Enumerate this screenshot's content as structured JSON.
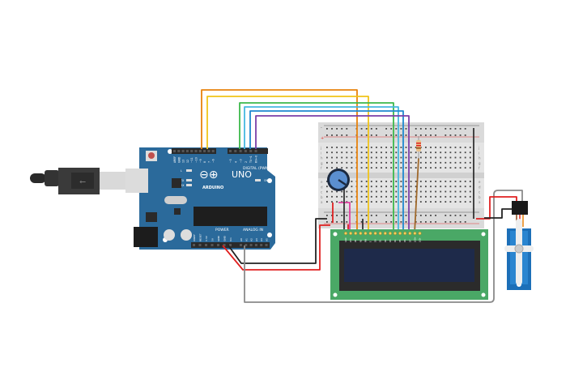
{
  "arduino": {
    "brand": "ARDUINO",
    "model": "UNO",
    "digital_label": "DIGITAL (PWM~)",
    "power_label": "POWER",
    "analog_label": "ANALOG IN",
    "top_pins": [
      "AREF",
      "GND",
      "13",
      "12",
      "~11",
      "~10",
      "~9",
      "8",
      "7",
      "~6",
      "~5",
      "4",
      "~3",
      "2",
      "TX→1",
      "RX←0"
    ],
    "power_pins": [
      "IOREF",
      "RESET",
      "3.3V",
      "5V",
      "GND",
      "GND",
      "Vin"
    ],
    "analog_pins": [
      "A0",
      "A1",
      "A2",
      "A3",
      "A4",
      "A5"
    ],
    "leds": [
      "L",
      "TX",
      "RX",
      "ON"
    ],
    "board_color": "#2b6a9b"
  },
  "breadboard": {
    "rows": [
      "a",
      "b",
      "c",
      "d",
      "e",
      "f",
      "g",
      "h",
      "i",
      "j"
    ],
    "rail_plus": "+",
    "rail_minus": "-"
  },
  "lcd": {
    "pins": [
      "GND",
      "VCC",
      "V0",
      "RS",
      "RW",
      "E",
      "D0",
      "D1",
      "D2",
      "D3",
      "D4",
      "D5",
      "D6",
      "D7",
      "LED+",
      "LED-"
    ],
    "pcb_color": "#4aa866",
    "screen_color": "#1e2a4a"
  },
  "wire_colors": {
    "orange": "#e8820c",
    "yellow": "#f0c419",
    "green": "#3cb84a",
    "cyan": "#45b8e0",
    "blue": "#1e88d0",
    "purple": "#7b3fa8",
    "red": "#e02020",
    "black": "#222222",
    "gray": "#8a8a8a",
    "pink": "#e040a0",
    "brown": "#a0692a"
  }
}
